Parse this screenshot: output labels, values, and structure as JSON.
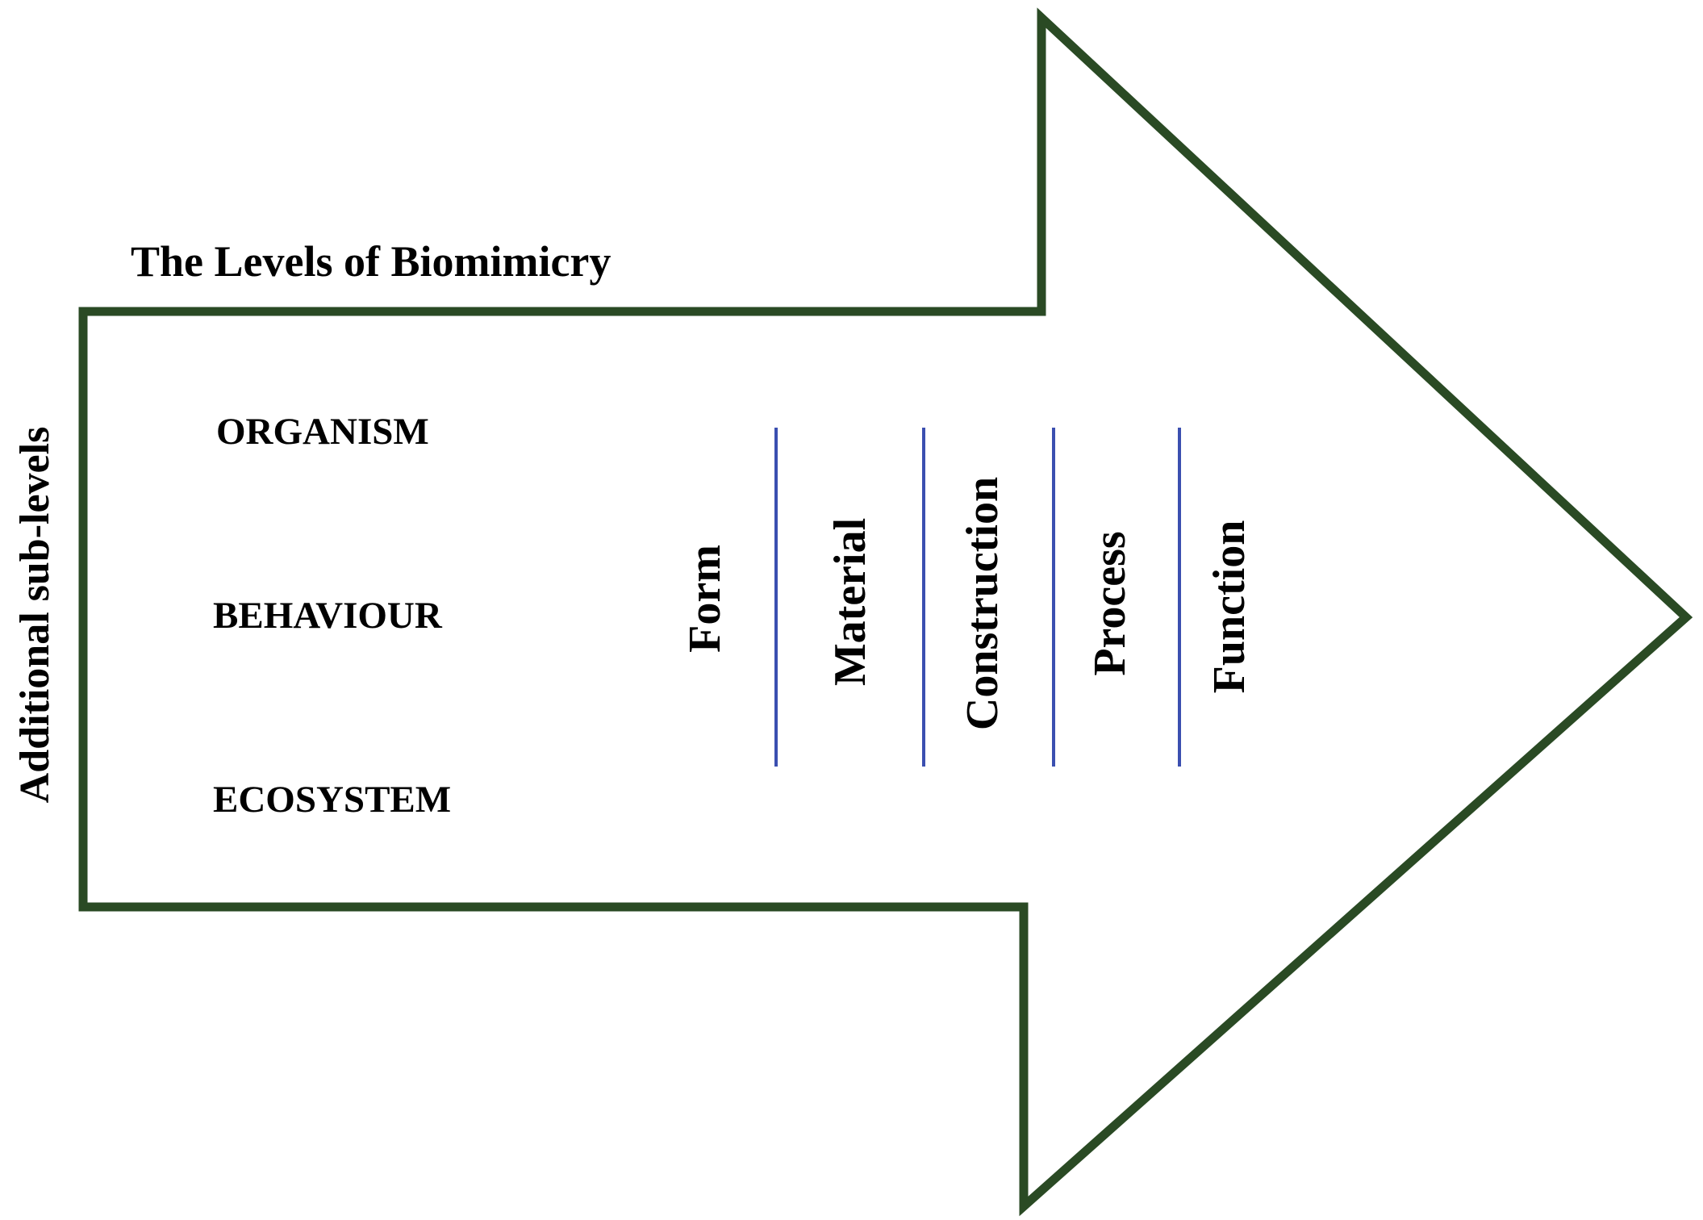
{
  "title": "The Levels of Biomimicry",
  "side_label": "Additional sub-levels",
  "levels": [
    "ORGANISM",
    "BEHAVIOUR",
    "ECOSYSTEM"
  ],
  "sub_levels": [
    "Form",
    "Material",
    "Construction",
    "Process",
    "Function"
  ],
  "colors": {
    "arrow_outline": "#2a4a24",
    "divider": "#3b4fb0",
    "text": "#000000",
    "background": "#ffffff"
  }
}
